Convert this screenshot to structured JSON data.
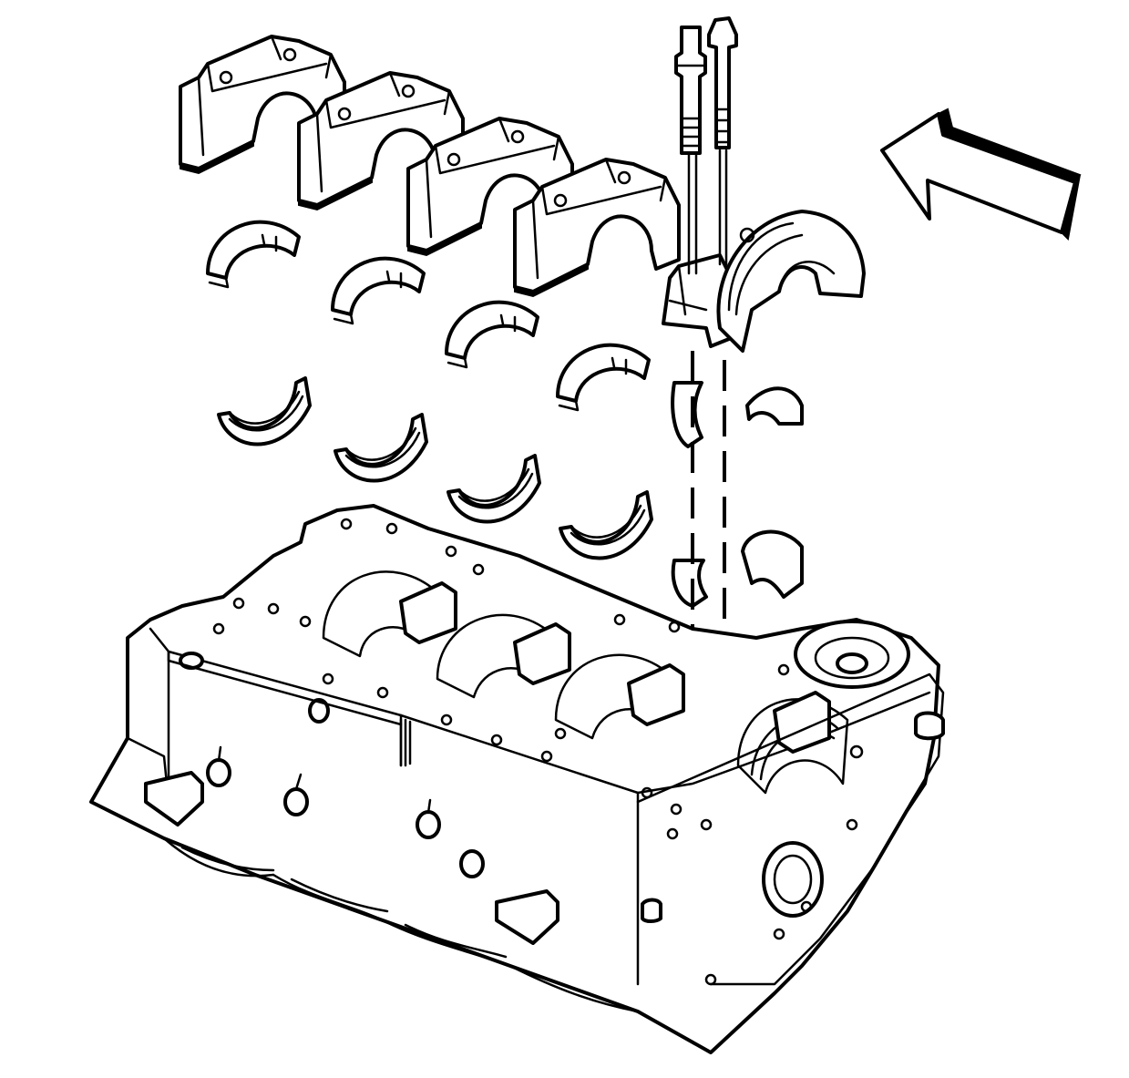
{
  "diagram": {
    "subject": "engine-block-main-bearing-assembly",
    "parts": [
      {
        "id": "main-bearing-cap-1",
        "icon": "bearing-cap-icon"
      },
      {
        "id": "main-bearing-cap-2",
        "icon": "bearing-cap-icon"
      },
      {
        "id": "main-bearing-cap-3",
        "icon": "bearing-cap-icon"
      },
      {
        "id": "main-bearing-cap-4",
        "icon": "bearing-cap-icon"
      },
      {
        "id": "main-bearing-cap-5",
        "icon": "bearing-cap-icon"
      },
      {
        "id": "upper-bearing-shell",
        "icon": "bearing-shell-icon"
      },
      {
        "id": "lower-bearing-shell",
        "icon": "bearing-shell-icon"
      },
      {
        "id": "thrust-bearing",
        "icon": "thrust-bearing-icon"
      },
      {
        "id": "cap-bolt",
        "icon": "bolt-icon"
      },
      {
        "id": "cap-stud",
        "icon": "stud-icon"
      },
      {
        "id": "engine-block",
        "icon": "engine-block-icon"
      }
    ],
    "direction_arrow": {
      "icon": "arrow-icon",
      "points": "front-of-engine"
    },
    "colors": {
      "line": "#000000",
      "fill": "#ffffff"
    }
  }
}
